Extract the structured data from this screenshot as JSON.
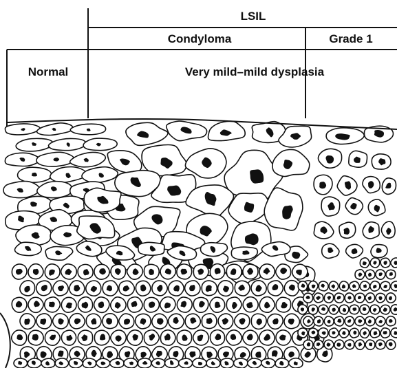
{
  "header": {
    "top_label": "LSIL",
    "sub_labels": [
      "Condyloma",
      "Grade 1"
    ],
    "normal_label": "Normal",
    "dysplasia_label": "Very mild–mild dysplasia"
  }
}
